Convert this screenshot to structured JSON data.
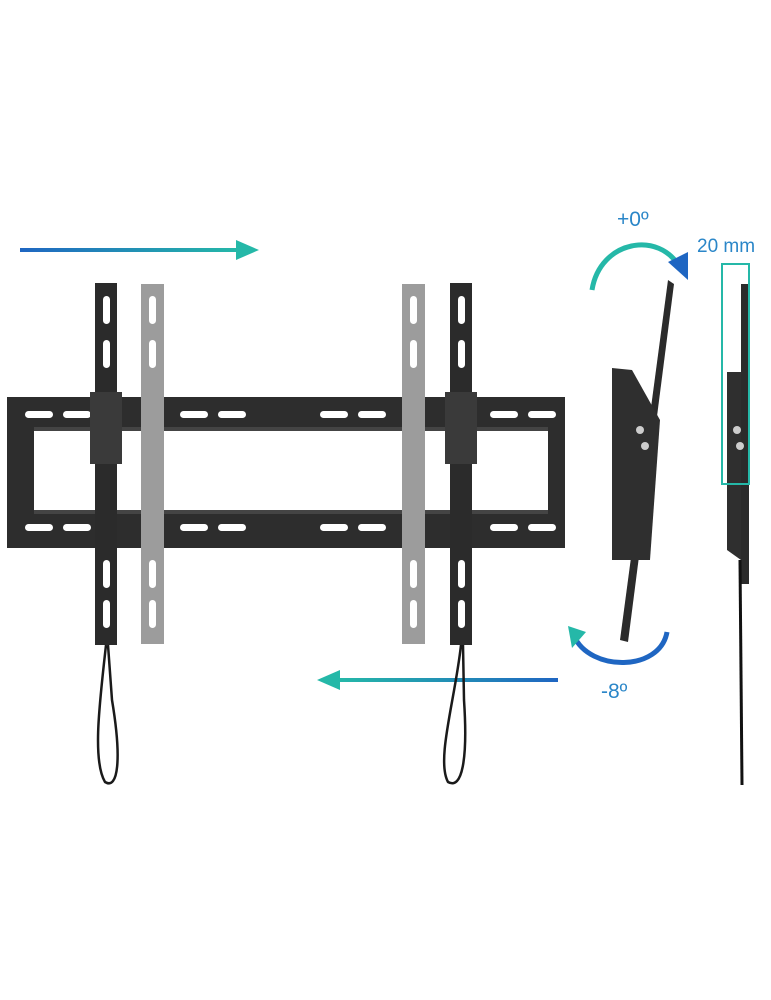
{
  "labels": {
    "tilt_up": "+0º",
    "depth": "20 mm",
    "tilt_down": "-8º"
  },
  "colors": {
    "arrow_teal": "#25b8a8",
    "arrow_blue": "#1f66c2",
    "metal_dark": "#2b2b2b",
    "metal_gray": "#9a9a9a",
    "label": "#2a86c8"
  },
  "icons": {
    "slide_right": "arrow-right-icon",
    "slide_left": "arrow-left-icon",
    "tilt_forward": "curved-arrow-cw-icon",
    "tilt_back": "curved-arrow-ccw-icon"
  }
}
